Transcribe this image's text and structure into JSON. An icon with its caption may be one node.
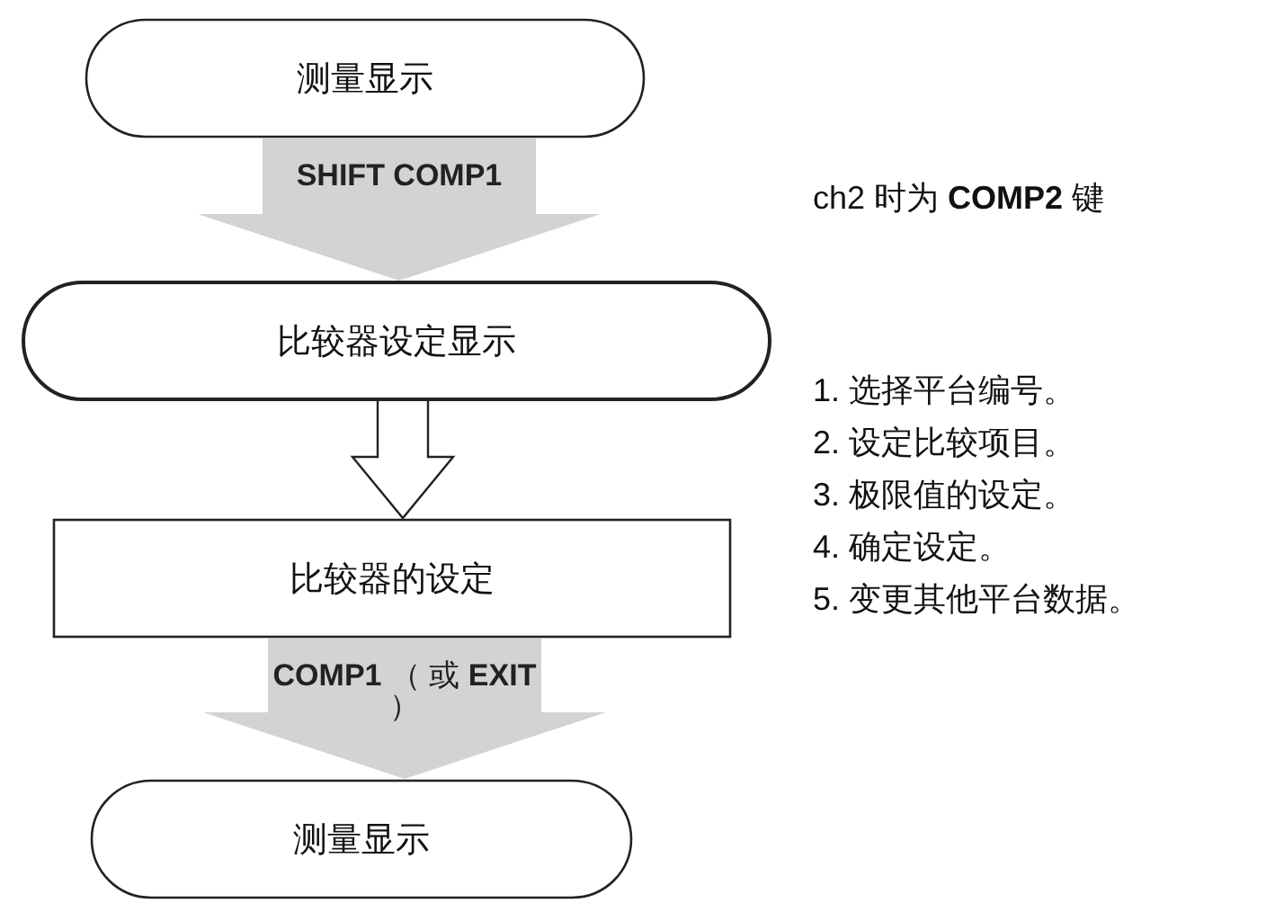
{
  "diagram": {
    "nodes": [
      {
        "text": [
          "测量显示"
        ]
      },
      {
        "text": [
          "比较器设定显示"
        ]
      },
      {
        "text": [
          "比较器的设定"
        ]
      },
      {
        "text": [
          "测量显示"
        ]
      }
    ],
    "edges": [
      {
        "from": 0,
        "to": 1,
        "arrow": "to",
        "label": "SHIFT COMP1",
        "style": "thick"
      },
      {
        "from": 1,
        "to": 2,
        "arrow": "to"
      },
      {
        "from": 2,
        "to": 3,
        "arrow": "to",
        "label": "**COMP1** （ 或 **EXIT** ）",
        "style": "thick"
      }
    ],
    "labels": [
      "ch2 时为 **COMP2** 键",
      "1. 选择平台编号。",
      "2. 设定比较项目。",
      "3. 极限值的设定。",
      "4. 确定设定。",
      "5. 变更其他平台数据。"
    ]
  }
}
